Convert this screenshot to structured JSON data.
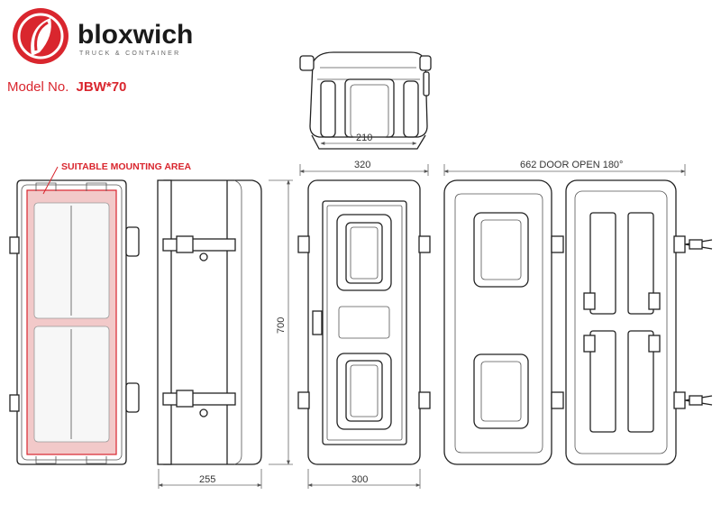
{
  "brand": {
    "name": "bloxwich",
    "tagline": "TRUCK & CONTAINER",
    "logo_color": "#d9262e"
  },
  "model": {
    "prefix": "Model No.",
    "number": "JBW*70",
    "color": "#d9262e"
  },
  "annotation": {
    "mounting_area": "SUITABLE MOUNTING AREA",
    "color": "#d9262e"
  },
  "dimensions": {
    "top_depth": "210",
    "width_top": "320",
    "door_open": "662 DOOR OPEN 180°",
    "height": "700",
    "side_depth": "255",
    "width_bottom": "300"
  }
}
